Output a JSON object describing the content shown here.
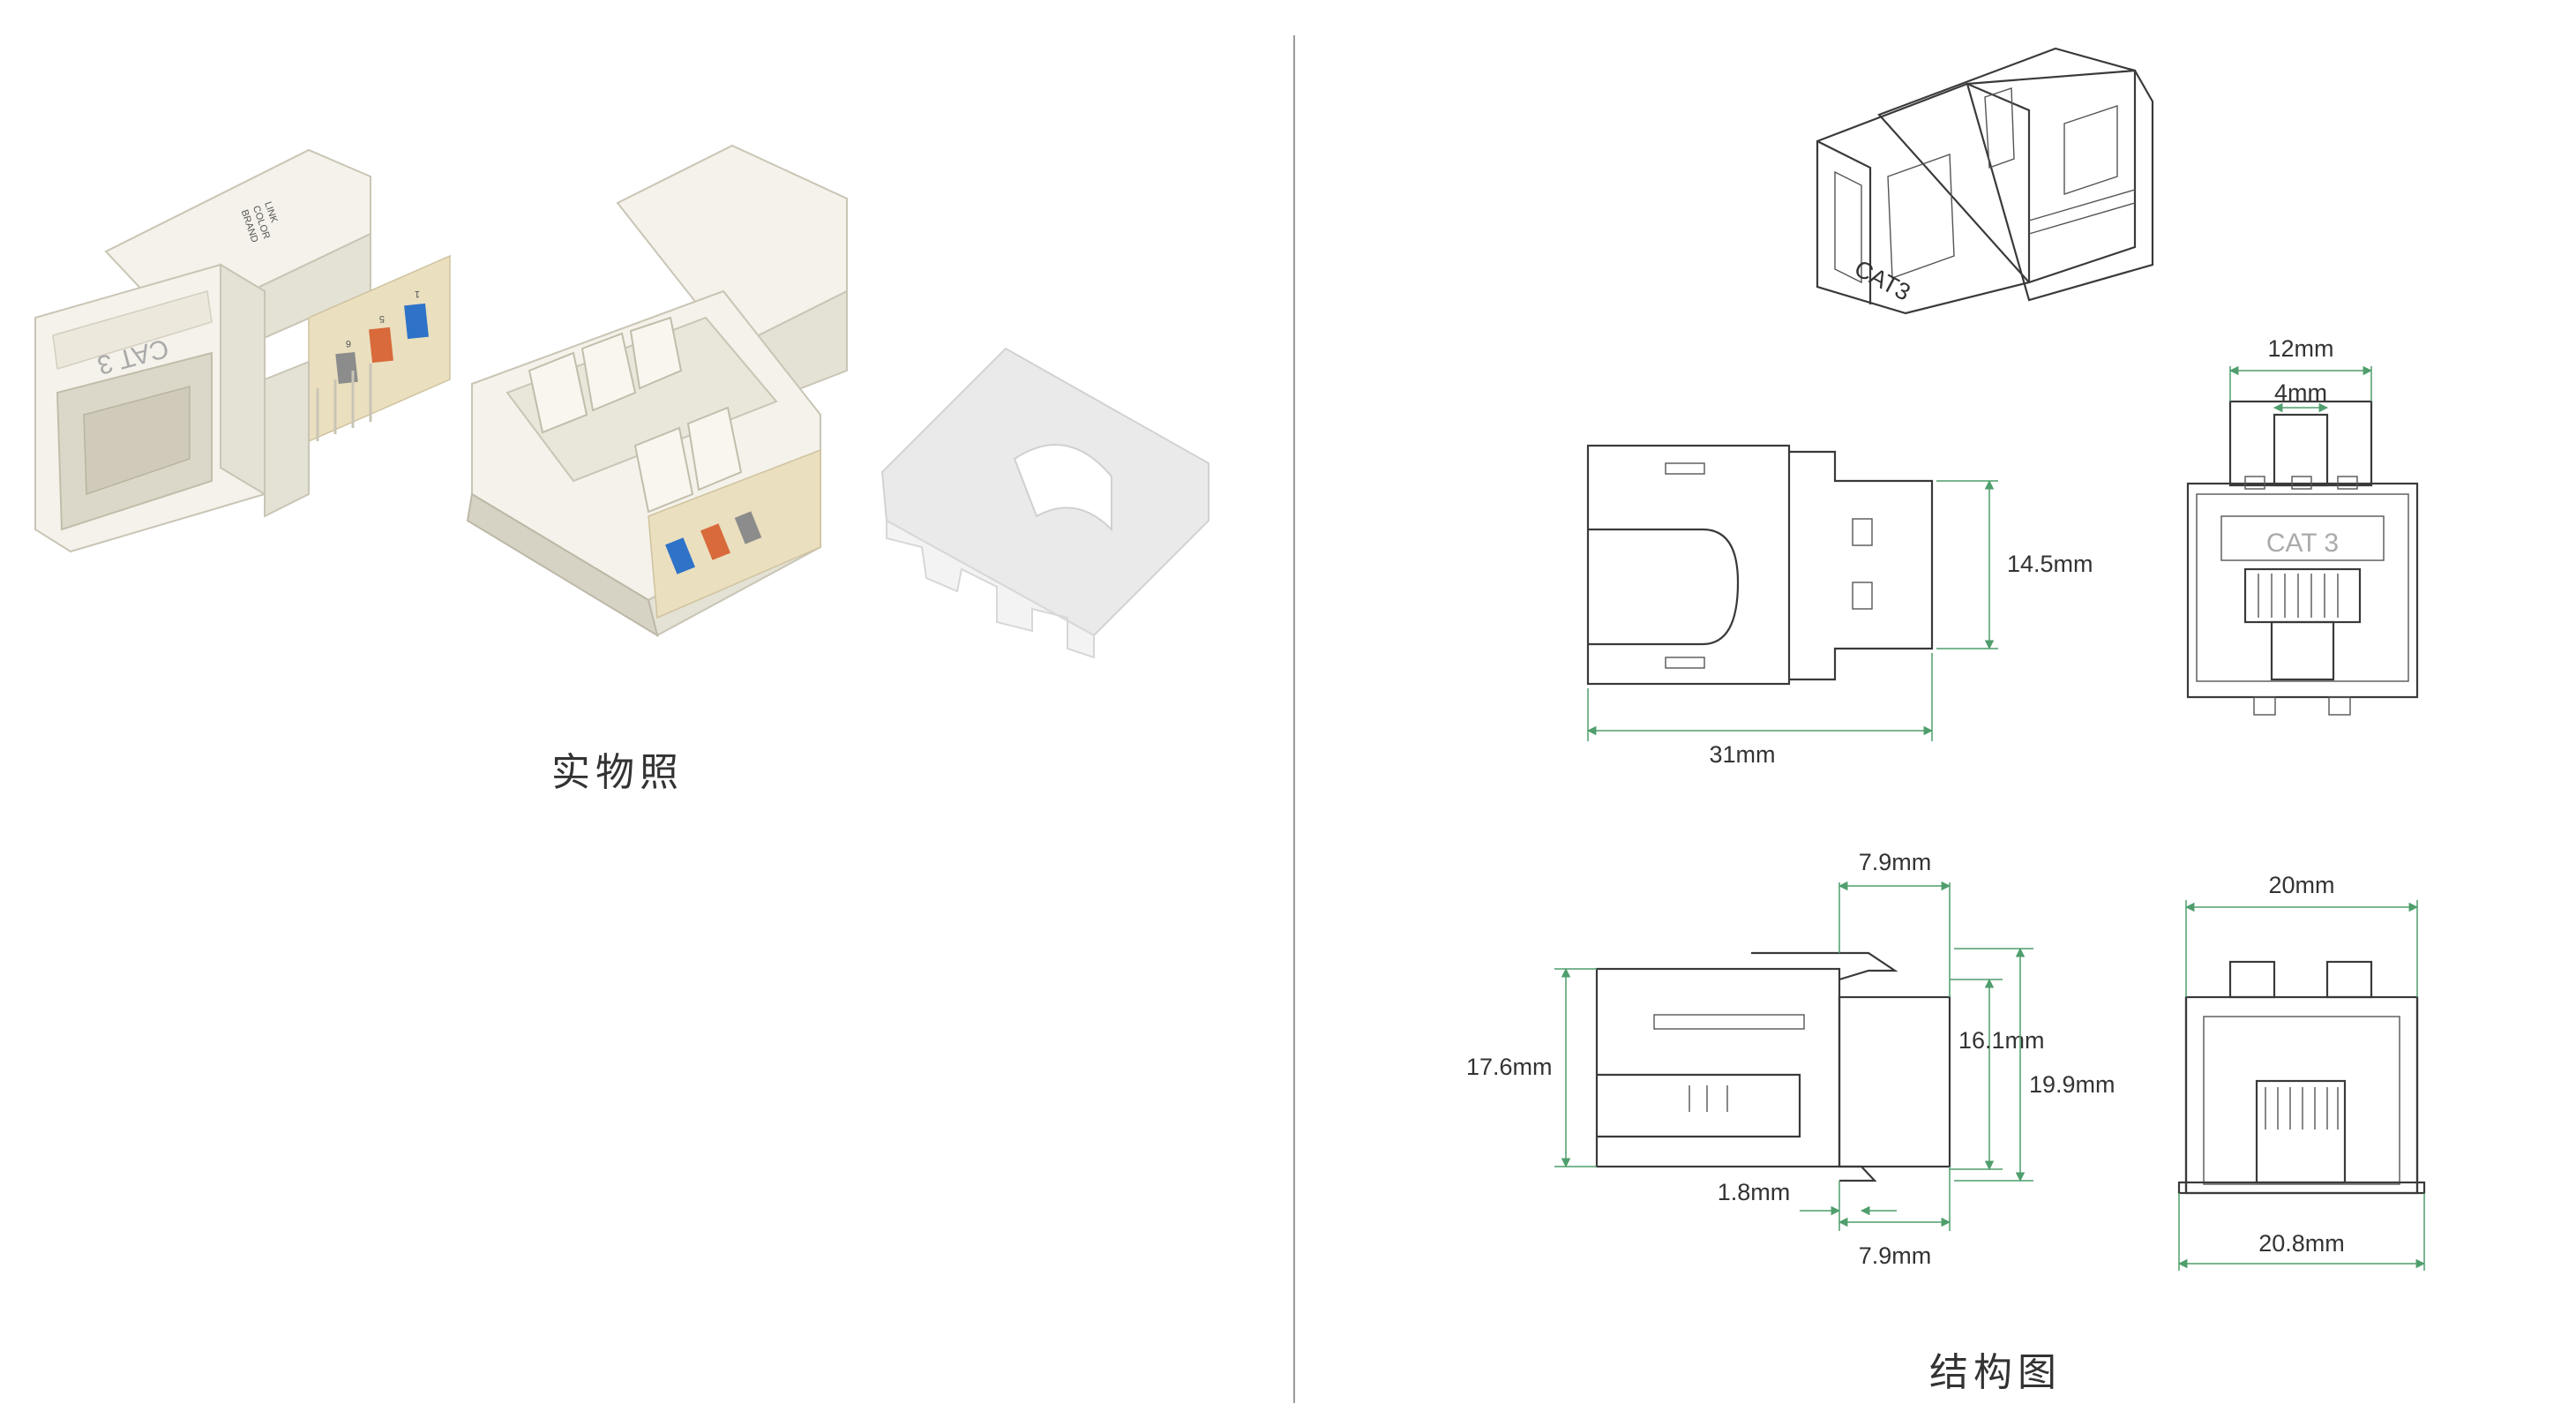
{
  "left_panel": {
    "caption": "实物照",
    "jack_label": "CAT 3",
    "stamp_lines": [
      "LINK",
      "COLOR",
      "BRAND"
    ],
    "pin_numbers": [
      "1",
      "5",
      "6"
    ],
    "colors": {
      "blue_pin": "#2f73c9",
      "orange_pin": "#d86a3b",
      "grey_pin": "#8c8c8c",
      "body": "#f4f2ea"
    }
  },
  "right_panel": {
    "caption": "结构图",
    "iso_label": "CAT3",
    "front_label": "CAT 3",
    "top_view": {
      "length": "31mm",
      "height": "14.5mm"
    },
    "end_view": {
      "outer_width": "12mm",
      "inner_width": "4mm"
    },
    "side_view": {
      "height_outer": "17.6mm",
      "height_mid": "16.1mm",
      "height_total": "19.9mm",
      "top_step": "7.9mm",
      "bottom_step": "7.9mm",
      "lip": "1.8mm"
    },
    "front_view": {
      "top_width": "20mm",
      "bottom_width": "20.8mm"
    },
    "colors": {
      "dimension_line": "#4f9e6c",
      "outline": "#3a3a3a"
    }
  }
}
